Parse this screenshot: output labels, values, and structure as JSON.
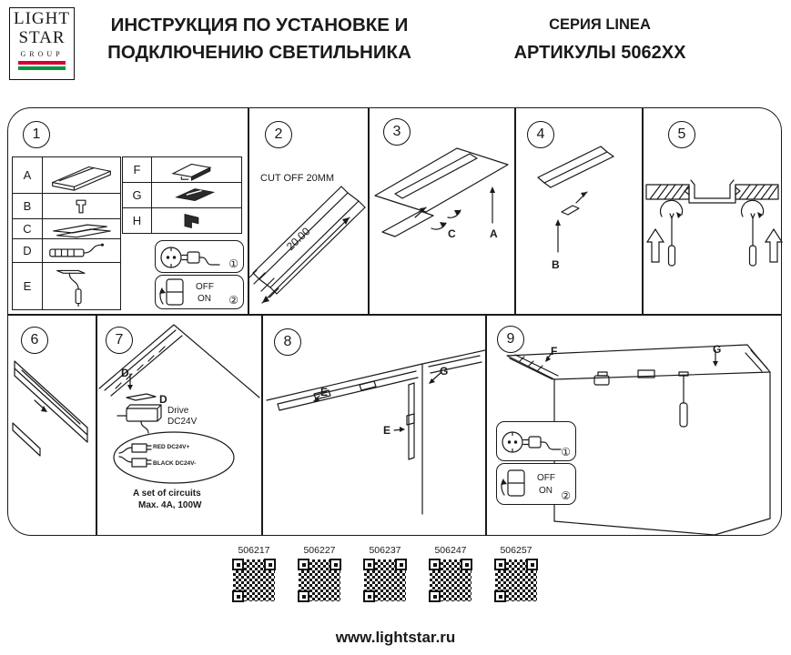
{
  "colors": {
    "ink": "#1a1a1a",
    "logo_red": "#d50032",
    "logo_green": "#00953b"
  },
  "header": {
    "logo": {
      "line1": "LIGHT",
      "line2": "STAR",
      "line3": "GROUP"
    },
    "title_line1": "ИНСТРУКЦИЯ ПО УСТАНОВКЕ И",
    "title_line2": "ПОДКЛЮЧЕНИЮ СВЕТИЛЬНИКА",
    "series": "СЕРИЯ LINEA",
    "articles": "АРТИКУЛЫ 5062XX"
  },
  "p1": {
    "num": "1",
    "parts": [
      "A",
      "B",
      "C",
      "D",
      "E",
      "F",
      "G",
      "H"
    ],
    "plug_badge": "①",
    "switch_off": "OFF",
    "switch_on": "ON",
    "switch_badge": "②"
  },
  "p2": {
    "num": "2",
    "cut_off": "CUT OFF 20MM",
    "dimension": "20.00"
  },
  "p3": {
    "num": "3",
    "label_c": "C",
    "label_a": "A"
  },
  "p4": {
    "num": "4",
    "label_b": "B"
  },
  "p5": {
    "num": "5"
  },
  "p6": {
    "num": "6"
  },
  "p7": {
    "num": "7",
    "label_d1": "D",
    "label_d2": "D",
    "driver": "Drive DC24V",
    "wire_red": "RED DC24V+",
    "wire_black": "BLACK DC24V-",
    "circuits_line1": "A set of circuits",
    "circuits_line2": "Max. 4A, 100W"
  },
  "p8": {
    "num": "8",
    "label_e1": "E",
    "label_e2": "E",
    "label_g": "G"
  },
  "p9": {
    "num": "9",
    "label_f": "F",
    "label_g": "G",
    "plug_badge": "①",
    "switch_off": "OFF",
    "switch_on": "ON",
    "switch_badge": "②"
  },
  "qr": [
    {
      "code": "506217"
    },
    {
      "code": "506227"
    },
    {
      "code": "506237"
    },
    {
      "code": "506247"
    },
    {
      "code": "506257"
    }
  ],
  "footer": {
    "url": "www.lightstar.ru"
  }
}
